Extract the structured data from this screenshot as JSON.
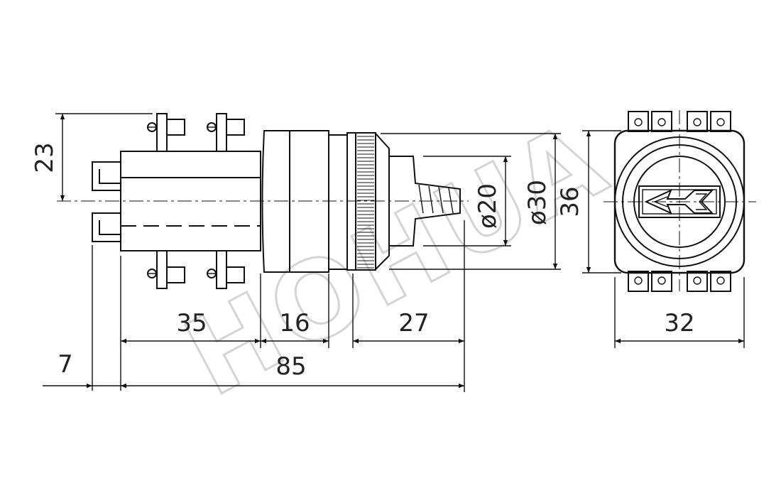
{
  "watermark": "HOHUA",
  "dimensions": {
    "height_23": "23",
    "len_35": "35",
    "len_16": "16",
    "len_27": "27",
    "len_85": "85",
    "len_7": "7",
    "dia_20": "ø20",
    "dia_30": "ø30",
    "height_36": "36",
    "width_32": "32"
  },
  "colors": {
    "line": "#111111",
    "watermark": "#d4d4d4",
    "background": "#ffffff"
  }
}
